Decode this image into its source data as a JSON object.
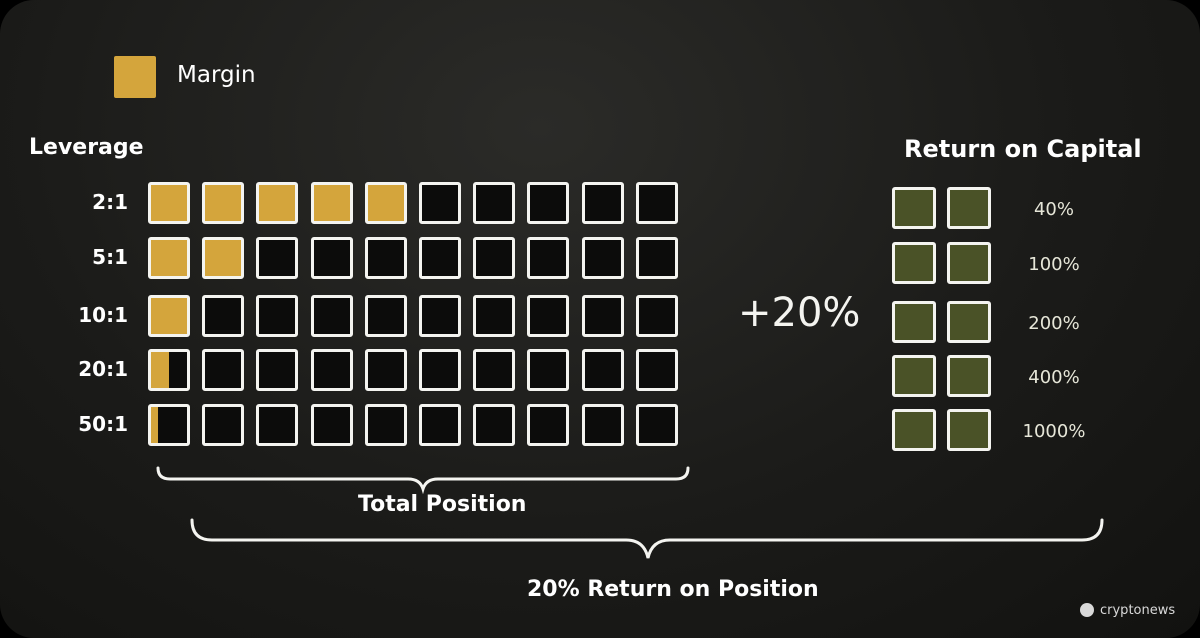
{
  "legend": {
    "label": "Margin",
    "color": "#d4a53c"
  },
  "leverage_heading": "Leverage",
  "return_heading": "Return on Capital",
  "center_label": "+20%",
  "total_position_label": "Total Position",
  "return_on_position_label": "20% Return on Position",
  "watermark": "cryptonews",
  "rows": [
    {
      "leverage": "2:1",
      "margin_cells": 5,
      "return_label": "40%"
    },
    {
      "leverage": "5:1",
      "margin_cells": 2,
      "return_label": "100%"
    },
    {
      "leverage": "10:1",
      "margin_cells": 1,
      "return_label": "200%"
    },
    {
      "leverage": "20:1",
      "margin_cells": 0.5,
      "return_label": "400%"
    },
    {
      "leverage": "50:1",
      "margin_cells": 0.2,
      "return_label": "1000%"
    }
  ],
  "total_cells_per_row": 10,
  "return_cells_per_row": 2,
  "colors": {
    "margin": "#d4a53c",
    "return_fill": "#4a5227",
    "cell_border": "#f4f4f0"
  }
}
